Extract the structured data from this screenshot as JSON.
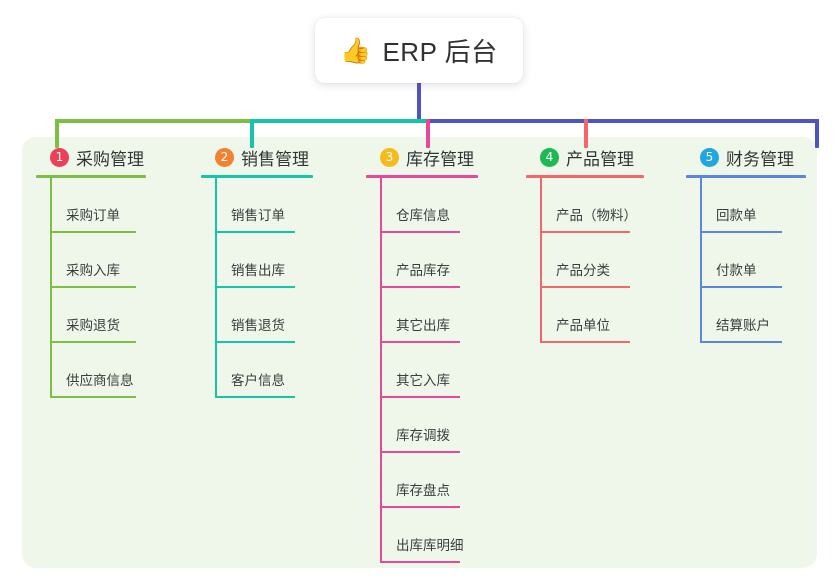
{
  "root": {
    "icon": "thumbs-up-emoji",
    "emoji": "👍",
    "title": "ERP 后台"
  },
  "colors": {
    "panel_bg": "#eef7e9",
    "page_bg": "#ffffff",
    "trunk": "#4e55c0",
    "branch_green": "#7dbe45",
    "branch_teal": "#16c4a9",
    "branch_blue": "#4e55c0",
    "stub_pink": "#e8489a",
    "stub_red": "#f4666a"
  },
  "columns": [
    {
      "number": "1",
      "title": "采购管理",
      "badge_color": "#ec4058",
      "line_color": "#7dbe45",
      "items": [
        {
          "label": "采购订单"
        },
        {
          "label": "采购入库"
        },
        {
          "label": "采购退货"
        },
        {
          "label": "供应商信息"
        }
      ]
    },
    {
      "number": "2",
      "title": "销售管理",
      "badge_color": "#f08232",
      "line_color": "#16c4a9",
      "items": [
        {
          "label": "销售订单"
        },
        {
          "label": "销售出库"
        },
        {
          "label": "销售退货"
        },
        {
          "label": "客户信息"
        }
      ]
    },
    {
      "number": "3",
      "title": "库存管理",
      "badge_color": "#f5bb1d",
      "line_color": "#e8489a",
      "items": [
        {
          "label": "仓库信息"
        },
        {
          "label": "产品库存"
        },
        {
          "label": "其它出库"
        },
        {
          "label": "其它入库"
        },
        {
          "label": "库存调拨"
        },
        {
          "label": "库存盘点"
        },
        {
          "label": "出库库明细"
        }
      ]
    },
    {
      "number": "4",
      "title": "产品管理",
      "badge_color": "#1fb954",
      "line_color": "#f4666a",
      "items": [
        {
          "label": "产品（物料）"
        },
        {
          "label": "产品分类"
        },
        {
          "label": "产品单位"
        }
      ]
    },
    {
      "number": "5",
      "title": "财务管理",
      "badge_color": "#1ea7e1",
      "line_color": "#5b86dd",
      "items": [
        {
          "label": "回款单"
        },
        {
          "label": "付款单"
        },
        {
          "label": "结算账户"
        }
      ]
    }
  ]
}
